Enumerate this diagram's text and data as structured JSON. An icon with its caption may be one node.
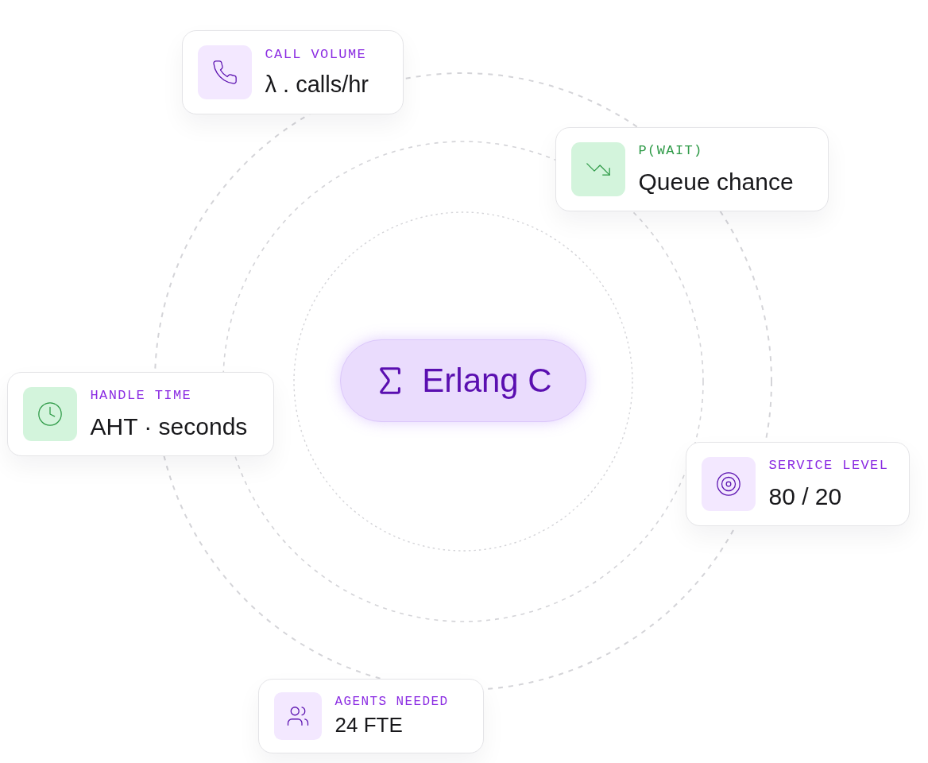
{
  "diagram": {
    "nodes": [
      {
        "text": [
          "Erlang C"
        ]
      },
      {
        "text": [
          "CALL VOLUME",
          "λ . calls/hr"
        ]
      },
      {
        "text": [
          "P(WAIT)",
          "Queue chance"
        ]
      },
      {
        "text": [
          "HANDLE TIME",
          "AHT · seconds"
        ]
      },
      {
        "text": [
          "SERVICE LEVEL",
          "80 / 20"
        ]
      },
      {
        "text": [
          "AGENTS NEEDED",
          "24 FTE"
        ]
      }
    ]
  }
}
